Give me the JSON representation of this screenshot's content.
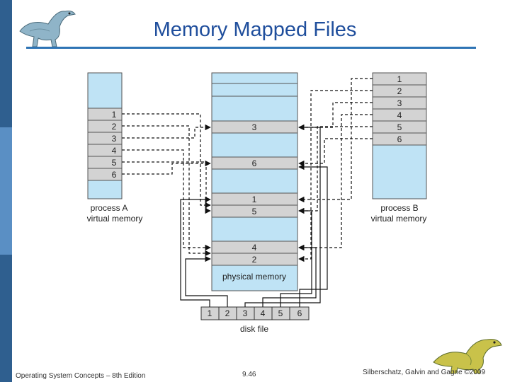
{
  "slide": {
    "title": "Memory Mapped Files",
    "footer_left": "Operating System Concepts – 8th Edition",
    "footer_center": "9.46",
    "footer_right": "Silberschatz, Galvin and Gagne ©2009"
  },
  "theme": {
    "title_color": "#1f4e9c",
    "rule_color": "#2e74b5",
    "sidebar_dark": "#2f5f8f",
    "sidebar_light": "#5a8fc4",
    "memory_fill": "#bfe3f5",
    "page_fill": "#d3d3d3"
  },
  "diagram": {
    "process_a": {
      "label_line1": "process A",
      "label_line2": "virtual memory",
      "pages": [
        "1",
        "2",
        "3",
        "4",
        "5",
        "6"
      ]
    },
    "process_b": {
      "label_line1": "process B",
      "label_line2": "virtual memory",
      "pages": [
        "1",
        "2",
        "3",
        "4",
        "5",
        "6"
      ]
    },
    "physical_memory": {
      "label": "physical memory",
      "frames": [
        "3",
        "6",
        "1",
        "5",
        "4",
        "2"
      ]
    },
    "disk_file": {
      "label": "disk file",
      "blocks": [
        "1",
        "2",
        "3",
        "4",
        "5",
        "6"
      ]
    }
  }
}
